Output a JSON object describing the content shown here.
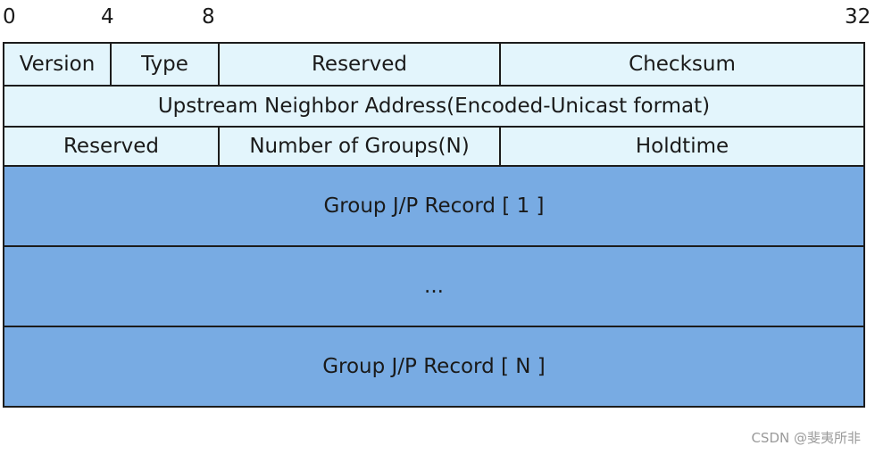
{
  "bit_markers": [
    "0",
    "4",
    "8",
    "32"
  ],
  "rows": {
    "r1": {
      "version": "Version",
      "type": "Type",
      "reserved": "Reserved",
      "checksum": "Checksum"
    },
    "r2": {
      "upstream": "Upstream Neighbor Address(Encoded-Unicast format)"
    },
    "r3": {
      "reserved": "Reserved",
      "num_groups": "Number of Groups(N)",
      "holdtime": "Holdtime"
    },
    "records": [
      "Group J/P Record [ 1 ]",
      "...",
      "Group J/P Record [ N ]"
    ]
  },
  "colors": {
    "header_fill": "#e3f5fc",
    "record_fill": "#78abe3",
    "border": "#1c1c1c"
  },
  "watermark": "CSDN @斐夷所非"
}
